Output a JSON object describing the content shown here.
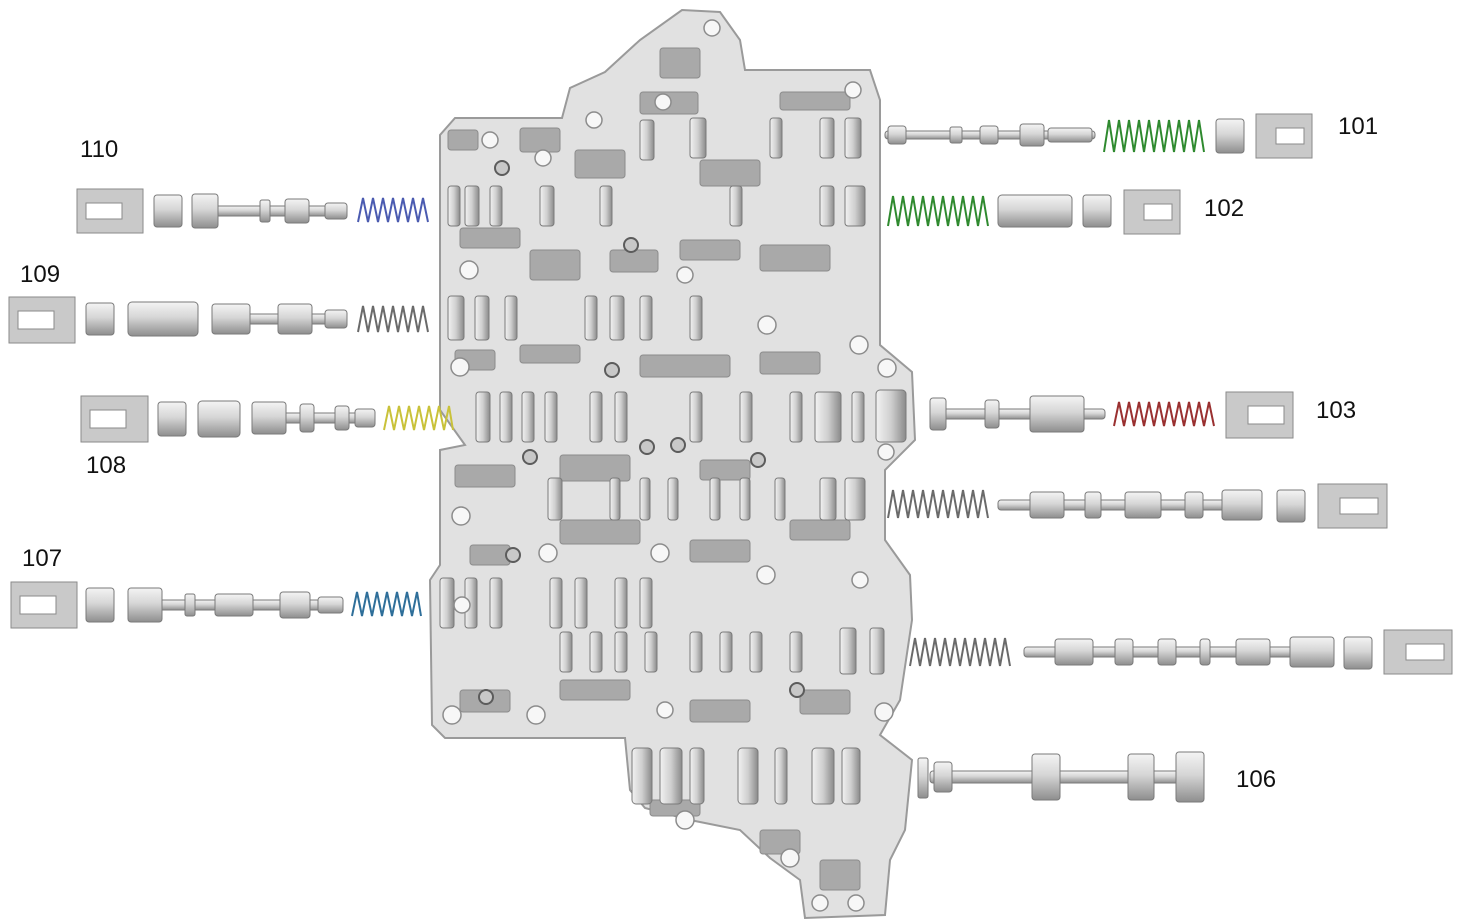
{
  "diagram": {
    "callouts": [
      "101",
      "102",
      "103",
      "106",
      "107",
      "108",
      "109",
      "110"
    ]
  },
  "colors": {
    "body_fill": "#e1e1e1",
    "body_stroke": "#9a9a9a",
    "channel_fill": "#a9a9a9",
    "part_fill": "#d9d9d9",
    "part_stroke": "#7a7a7a",
    "clip_fill": "#c9c9c9",
    "spring_green": "#2f8a2f",
    "spring_blue": "#4b5bb0",
    "spring_yellow": "#c9c23a",
    "spring_red": "#9a3030",
    "spring_teal": "#2f6f9a",
    "spring_gray": "#6a6a6a"
  }
}
